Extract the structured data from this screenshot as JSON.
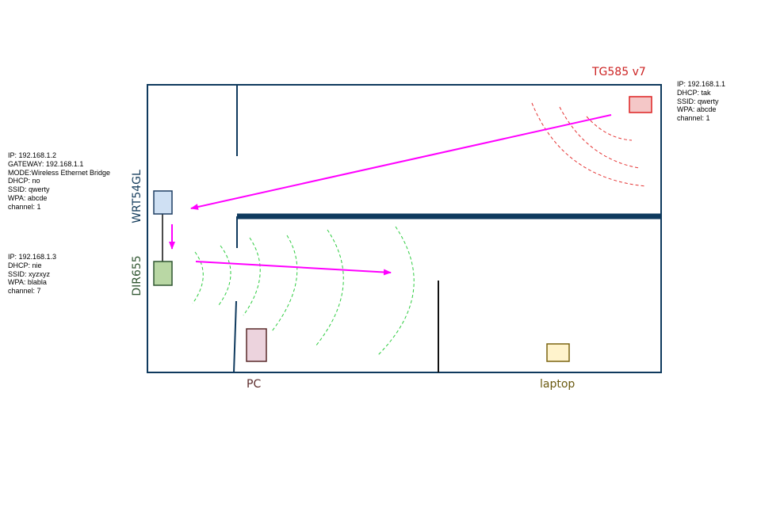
{
  "colors": {
    "wall": "#0f3a5e",
    "thick_wall": "#0f3a5e",
    "arrow": "#ff00ff",
    "tg585_label": "#cc2222",
    "tg585_fill": "#f4c7c7",
    "tg585_stroke": "#dd2222",
    "tg585_waves": "#e53333",
    "wrt_label": "#143c5c",
    "wrt_fill": "#cfe0f3",
    "wrt_stroke": "#1f3f63",
    "dir_label": "#2f5530",
    "dir_fill": "#b9d7a4",
    "dir_stroke": "#2f5530",
    "dir_waves": "#2ecc40",
    "pc_label": "#5a2a2a",
    "pc_fill": "#ecd3dd",
    "pc_stroke": "#5a2a2a",
    "laptop_label": "#6b5a10",
    "laptop_fill": "#fff3cc",
    "laptop_stroke": "#7a6410"
  },
  "devices": {
    "tg585": {
      "label": "TG585 v7",
      "info": [
        "IP: 192.168.1.1",
        "DHCP: tak",
        "SSID: qwerty",
        "WPA: abcde",
        "channel: 1"
      ]
    },
    "wrt54gl": {
      "label": "WRT54GL",
      "info": [
        "IP: 192.168.1.2",
        "GATEWAY: 192.168.1.1",
        "MODE:Wireless Ethernet Bridge",
        "DHCP: no",
        "SSID: qwerty",
        "WPA: abcde",
        "channel: 1"
      ]
    },
    "dir655": {
      "label": "DIR655",
      "info": [
        "IP: 192.168.1.3",
        "DHCP: nie",
        "SSID: xyzxyz",
        "WPA: blabla",
        "channel: 7"
      ]
    },
    "pc": {
      "label": "PC"
    },
    "laptop": {
      "label": "laptop"
    }
  }
}
